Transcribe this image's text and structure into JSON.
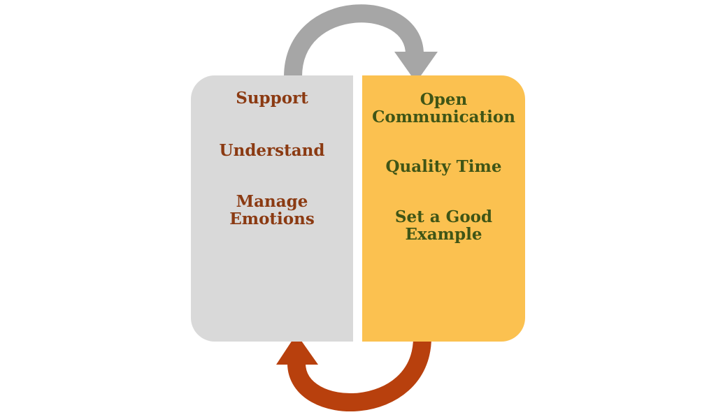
{
  "diagram": {
    "left_panel": {
      "items": [
        "Support",
        "Understand",
        "Manage\nEmotions"
      ]
    },
    "right_panel": {
      "items": [
        "Open\nCommunication",
        "Quality Time",
        "Set a Good\nExample"
      ]
    },
    "colors": {
      "left_panel_fill": "#d9d9d9",
      "right_panel_fill": "#fbc150",
      "left_text": "#8b3a12",
      "right_text": "#3f5516",
      "top_arrow": "#a6a6a6",
      "bottom_arrow": "#b8400d"
    }
  }
}
